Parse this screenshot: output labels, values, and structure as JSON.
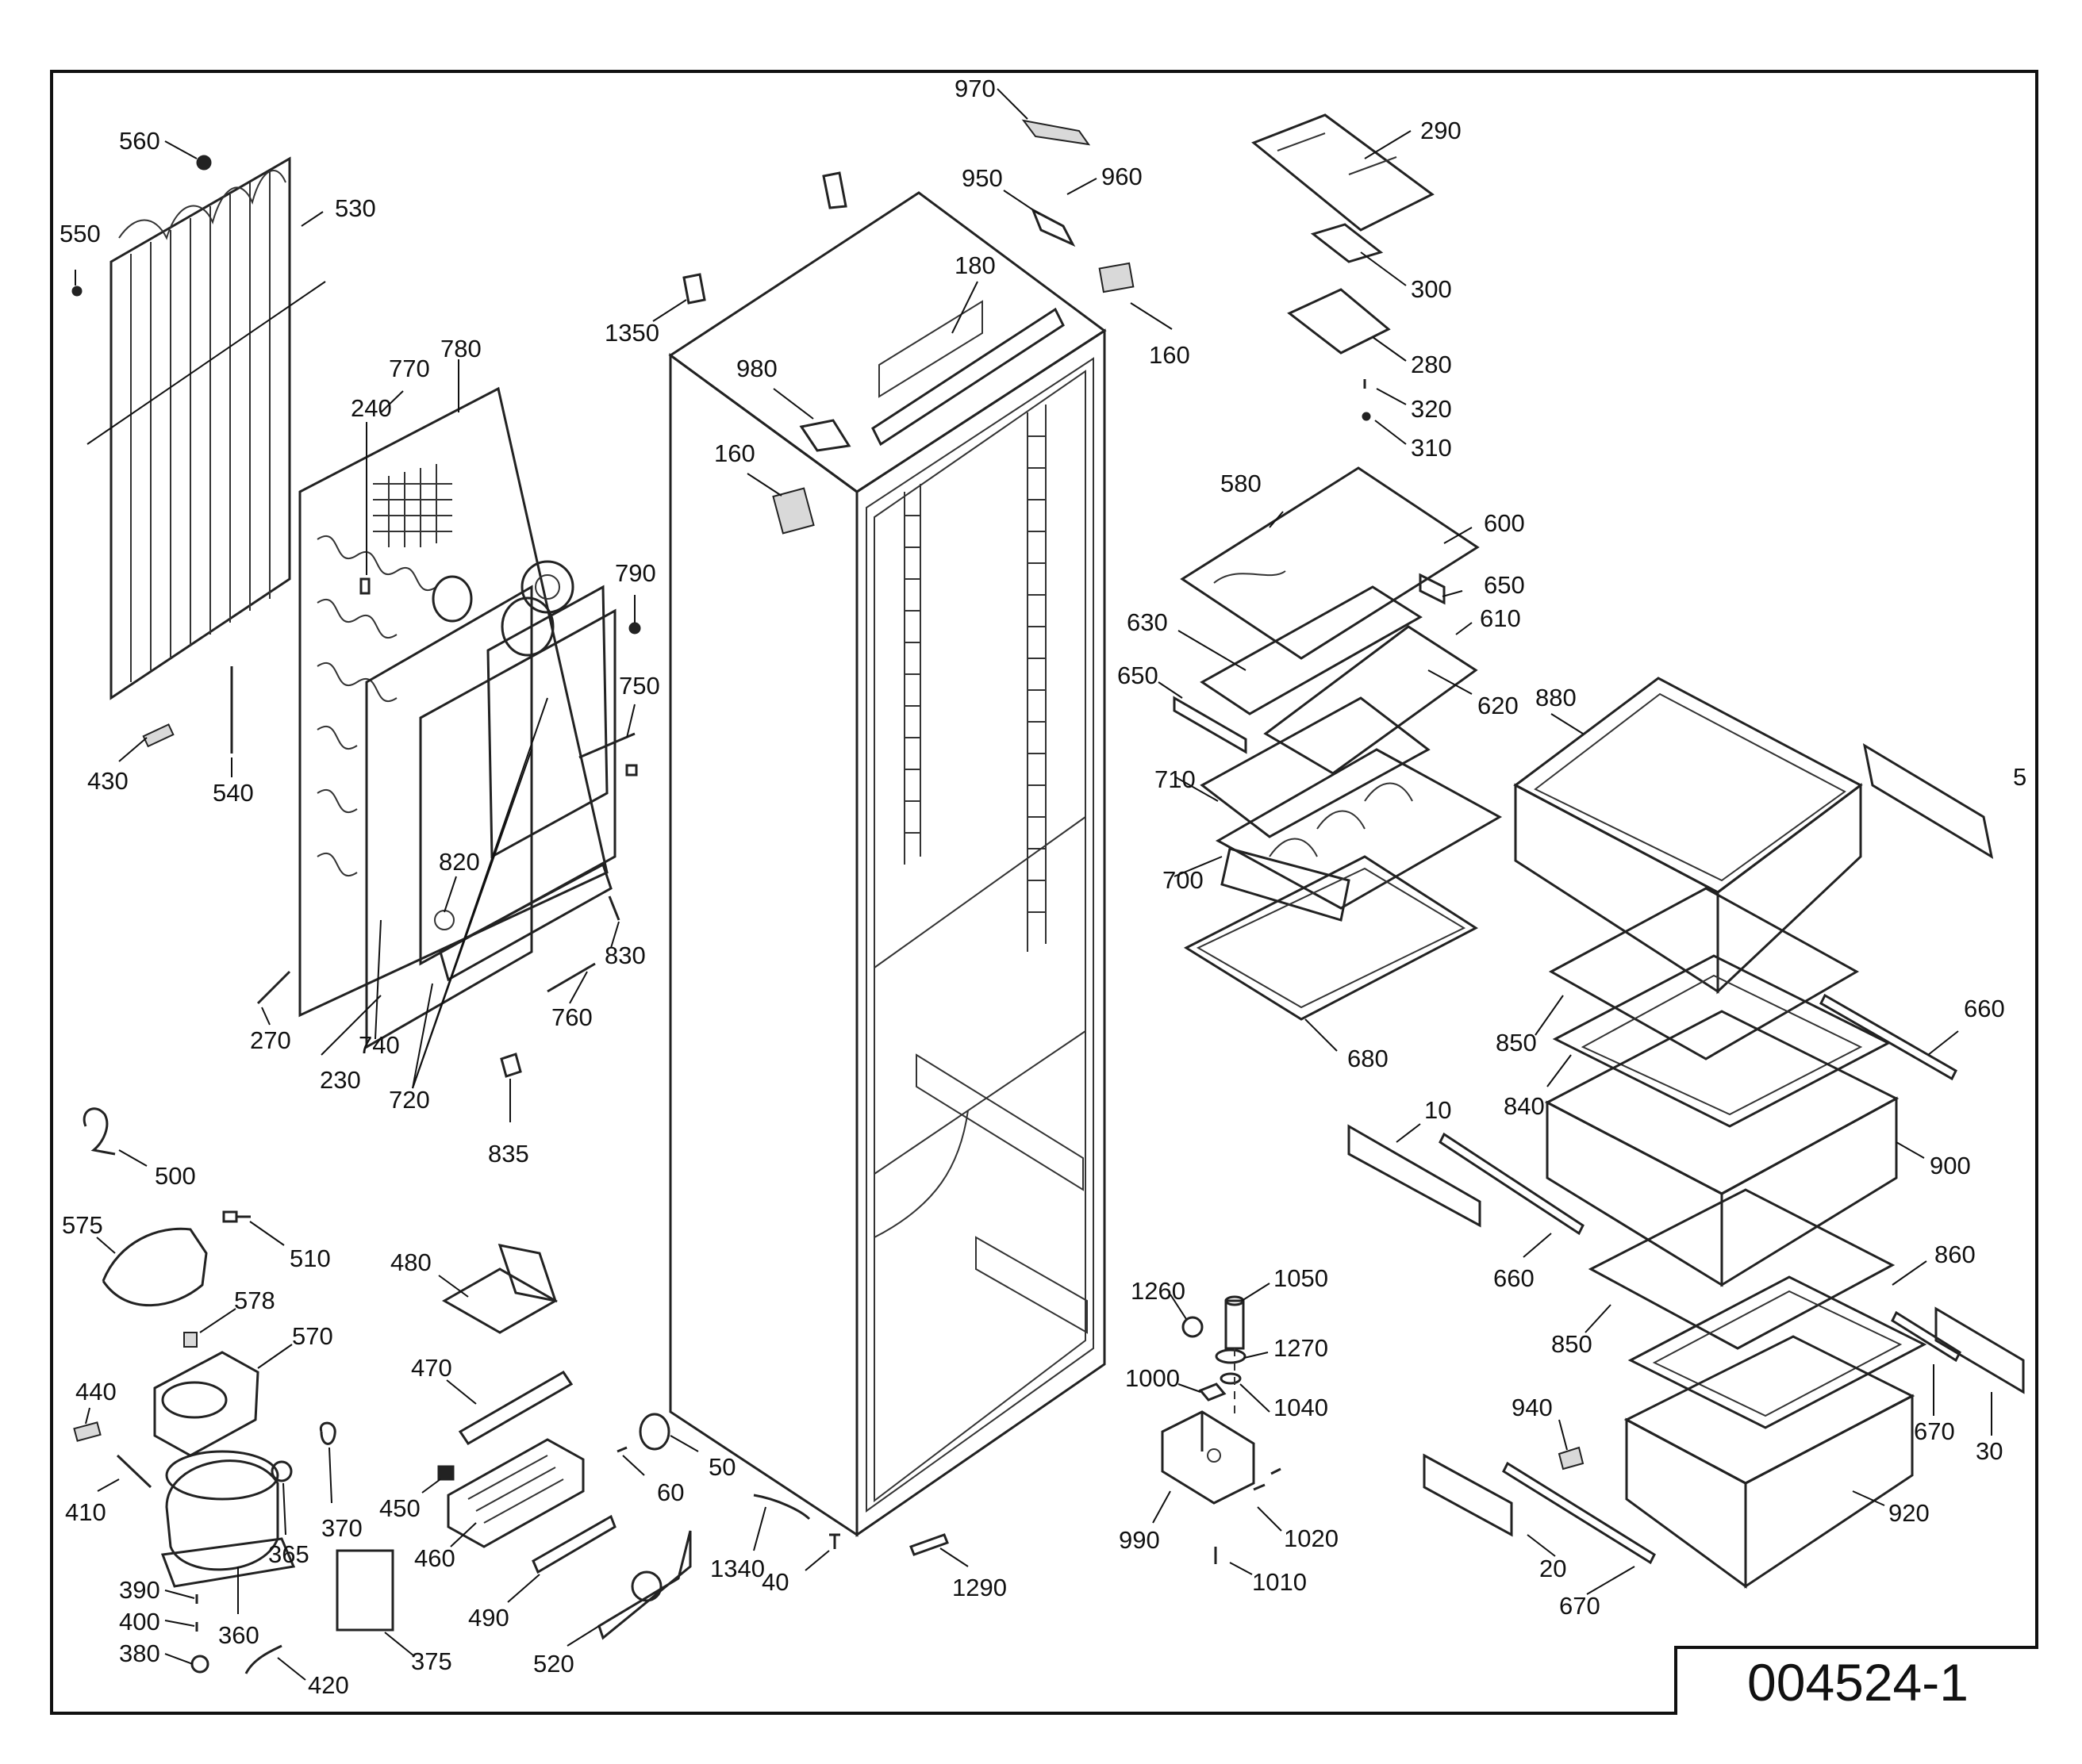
{
  "drawing_number": "004524-1",
  "callouts": [
    {
      "id": "970",
      "text": "970"
    },
    {
      "id": "290",
      "text": "290"
    },
    {
      "id": "950",
      "text": "950"
    },
    {
      "id": "960",
      "text": "960"
    },
    {
      "id": "180",
      "text": "180"
    },
    {
      "id": "160a",
      "text": "160"
    },
    {
      "id": "160b",
      "text": "160"
    },
    {
      "id": "300",
      "text": "300"
    },
    {
      "id": "280",
      "text": "280"
    },
    {
      "id": "320",
      "text": "320"
    },
    {
      "id": "310",
      "text": "310"
    },
    {
      "id": "1350",
      "text": "1350"
    },
    {
      "id": "980",
      "text": "980"
    },
    {
      "id": "560",
      "text": "560"
    },
    {
      "id": "530",
      "text": "530"
    },
    {
      "id": "550",
      "text": "550"
    },
    {
      "id": "770",
      "text": "770"
    },
    {
      "id": "780",
      "text": "780"
    },
    {
      "id": "240",
      "text": "240"
    },
    {
      "id": "790",
      "text": "790"
    },
    {
      "id": "750",
      "text": "750"
    },
    {
      "id": "430",
      "text": "430"
    },
    {
      "id": "540",
      "text": "540"
    },
    {
      "id": "820",
      "text": "820"
    },
    {
      "id": "830",
      "text": "830"
    },
    {
      "id": "760",
      "text": "760"
    },
    {
      "id": "270",
      "text": "270"
    },
    {
      "id": "740",
      "text": "740"
    },
    {
      "id": "230",
      "text": "230"
    },
    {
      "id": "720",
      "text": "720"
    },
    {
      "id": "835",
      "text": "835"
    },
    {
      "id": "500",
      "text": "500"
    },
    {
      "id": "575",
      "text": "575"
    },
    {
      "id": "510",
      "text": "510"
    },
    {
      "id": "578",
      "text": "578"
    },
    {
      "id": "570",
      "text": "570"
    },
    {
      "id": "480",
      "text": "480"
    },
    {
      "id": "470",
      "text": "470"
    },
    {
      "id": "440",
      "text": "440"
    },
    {
      "id": "410",
      "text": "410"
    },
    {
      "id": "450",
      "text": "450"
    },
    {
      "id": "460",
      "text": "460"
    },
    {
      "id": "370",
      "text": "370"
    },
    {
      "id": "365",
      "text": "365"
    },
    {
      "id": "360",
      "text": "360"
    },
    {
      "id": "390",
      "text": "390"
    },
    {
      "id": "400",
      "text": "400"
    },
    {
      "id": "380",
      "text": "380"
    },
    {
      "id": "420",
      "text": "420"
    },
    {
      "id": "375",
      "text": "375"
    },
    {
      "id": "490",
      "text": "490"
    },
    {
      "id": "520",
      "text": "520"
    },
    {
      "id": "60",
      "text": "60"
    },
    {
      "id": "50",
      "text": "50"
    },
    {
      "id": "1340",
      "text": "1340"
    },
    {
      "id": "40",
      "text": "40"
    },
    {
      "id": "1290",
      "text": "1290"
    },
    {
      "id": "580",
      "text": "580"
    },
    {
      "id": "600",
      "text": "600"
    },
    {
      "id": "650a",
      "text": "650"
    },
    {
      "id": "610",
      "text": "610"
    },
    {
      "id": "630",
      "text": "630"
    },
    {
      "id": "650b",
      "text": "650"
    },
    {
      "id": "620",
      "text": "620"
    },
    {
      "id": "880",
      "text": "880"
    },
    {
      "id": "5",
      "text": "5"
    },
    {
      "id": "710",
      "text": "710"
    },
    {
      "id": "700",
      "text": "700"
    },
    {
      "id": "680",
      "text": "680"
    },
    {
      "id": "660a",
      "text": "660"
    },
    {
      "id": "850a",
      "text": "850"
    },
    {
      "id": "840",
      "text": "840"
    },
    {
      "id": "10",
      "text": "10"
    },
    {
      "id": "900",
      "text": "900"
    },
    {
      "id": "660b",
      "text": "660"
    },
    {
      "id": "860",
      "text": "860"
    },
    {
      "id": "850b",
      "text": "850"
    },
    {
      "id": "1260",
      "text": "1260"
    },
    {
      "id": "1050",
      "text": "1050"
    },
    {
      "id": "1270",
      "text": "1270"
    },
    {
      "id": "1000",
      "text": "1000"
    },
    {
      "id": "1040",
      "text": "1040"
    },
    {
      "id": "940",
      "text": "940"
    },
    {
      "id": "670a",
      "text": "670"
    },
    {
      "id": "30",
      "text": "30"
    },
    {
      "id": "990",
      "text": "990"
    },
    {
      "id": "1020",
      "text": "1020"
    },
    {
      "id": "920",
      "text": "920"
    },
    {
      "id": "20",
      "text": "20"
    },
    {
      "id": "1010",
      "text": "1010"
    },
    {
      "id": "670b",
      "text": "670"
    }
  ]
}
